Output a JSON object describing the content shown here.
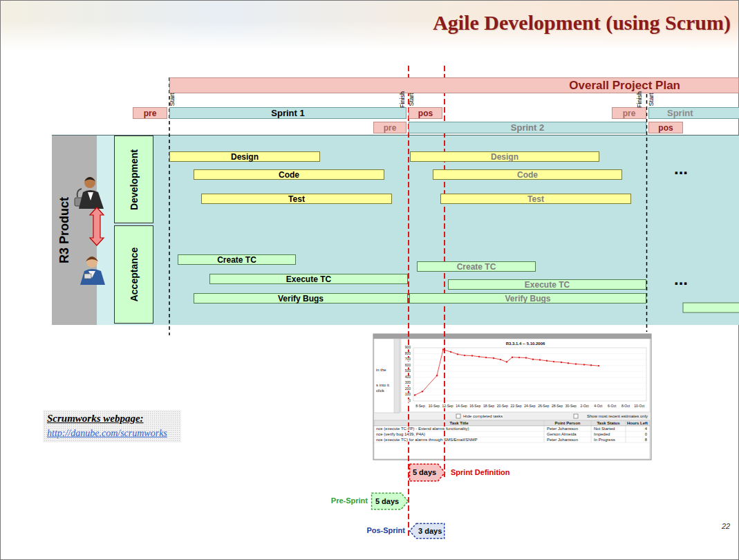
{
  "diagram": {
    "title": "Agile Development (using Scrum)",
    "nodes": [
      {
        "text": [
          "Overall Project Plan"
        ]
      },
      {
        "text": [
          "pre"
        ]
      },
      {
        "text": [
          "Sprint 1"
        ]
      },
      {
        "text": [
          "pos"
        ]
      },
      {
        "text": [
          "pre"
        ]
      },
      {
        "text": [
          "Sprint"
        ]
      },
      {
        "text": [
          "pre"
        ]
      },
      {
        "text": [
          "Sprint 2"
        ]
      },
      {
        "text": [
          "pos"
        ]
      },
      {
        "text": [
          "R3 Product"
        ]
      },
      {
        "text": [
          "Development"
        ]
      },
      {
        "text": [
          "Acceptance"
        ]
      },
      {
        "text": [
          "Design"
        ]
      },
      {
        "text": [
          "Code"
        ]
      },
      {
        "text": [
          "Test"
        ]
      },
      {
        "text": [
          "Design"
        ]
      },
      {
        "text": [
          "Code"
        ]
      },
      {
        "text": [
          "Test"
        ]
      },
      {
        "text": [
          "Create TC"
        ]
      },
      {
        "text": [
          "Execute TC"
        ]
      },
      {
        "text": [
          "Verify Bugs"
        ]
      },
      {
        "text": [
          "Create TC"
        ]
      },
      {
        "text": [
          "Execute TC"
        ]
      },
      {
        "text": [
          "Verify Bugs"
        ]
      },
      {
        "text": [
          "5 days"
        ]
      },
      {
        "text": [
          "5 days"
        ]
      },
      {
        "text": [
          "3 days"
        ]
      }
    ],
    "labels": [
      "Start",
      "Finish",
      "Start",
      "Finish",
      "Start",
      "...",
      "...",
      "Scrumworks webpage:",
      "http://danube.com/scrumworks",
      "R3.3.1.4 -- 5.10.2006",
      "0",
      "100",
      "200",
      "300",
      "400",
      "500",
      "600",
      "700",
      "800",
      "900",
      "8-Sep",
      "10-Sep",
      "12-Sep",
      "14-Sep",
      "16-Sep",
      "18-Sep",
      "20-Sep",
      "22-Sep",
      "24-Sep",
      "26-Sep",
      "28-Sep",
      "30-Sep",
      "2-Oct",
      "4-Oct",
      "6-Oct",
      "8-Oct",
      "10-Oct",
      "Hide completed tasks",
      "Show most recent estimates only",
      "Task Title",
      "Point Person",
      "Task Status",
      "Hours Left",
      "nce (execute TC-FP) - Extend alarms functionality)",
      "Peter Johansson",
      "Not Started",
      "4",
      "nce (verify bug 1439, P4A)",
      "Gerson Almeida",
      "Impeded",
      "0",
      "nce (execute TC) for alarms through SMS/Email/SNMP",
      "Peter Johansson",
      "In Progress",
      "8",
      "in the",
      "s into it",
      "click",
      "Sprint Definition",
      "Pre-Sprint",
      "Pos-Sprint",
      "22"
    ]
  }
}
